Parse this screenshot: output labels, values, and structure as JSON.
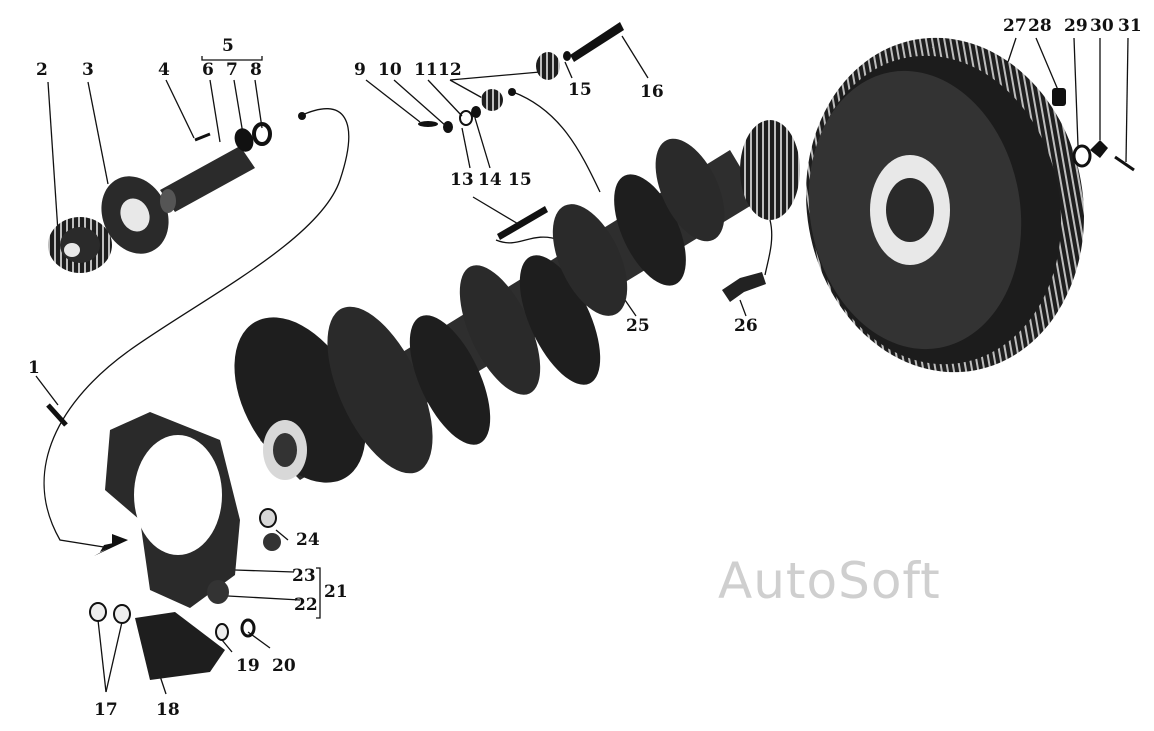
{
  "watermark": "AutoSoft",
  "labels": {
    "l1": "1",
    "l2": "2",
    "l3": "3",
    "l4": "4",
    "l5": "5",
    "l6": "6",
    "l7": "7",
    "l8": "8",
    "l9": "9",
    "l10": "10",
    "l11": "11",
    "l12": "12",
    "l13": "13",
    "l14": "14",
    "l15a": "15",
    "l15b": "15",
    "l16": "16",
    "l17": "17",
    "l18": "18",
    "l19": "19",
    "l20": "20",
    "l21": "21",
    "l22": "22",
    "l23": "23",
    "l24": "24",
    "l25": "25",
    "l26": "26",
    "l27": "27",
    "l28": "28",
    "l29": "29",
    "l30": "30",
    "l31": "31"
  },
  "colors": {
    "ink": "#111111",
    "dark": "#1e1e1e",
    "mid": "#4a4a4a",
    "light": "#e8e8e8"
  }
}
